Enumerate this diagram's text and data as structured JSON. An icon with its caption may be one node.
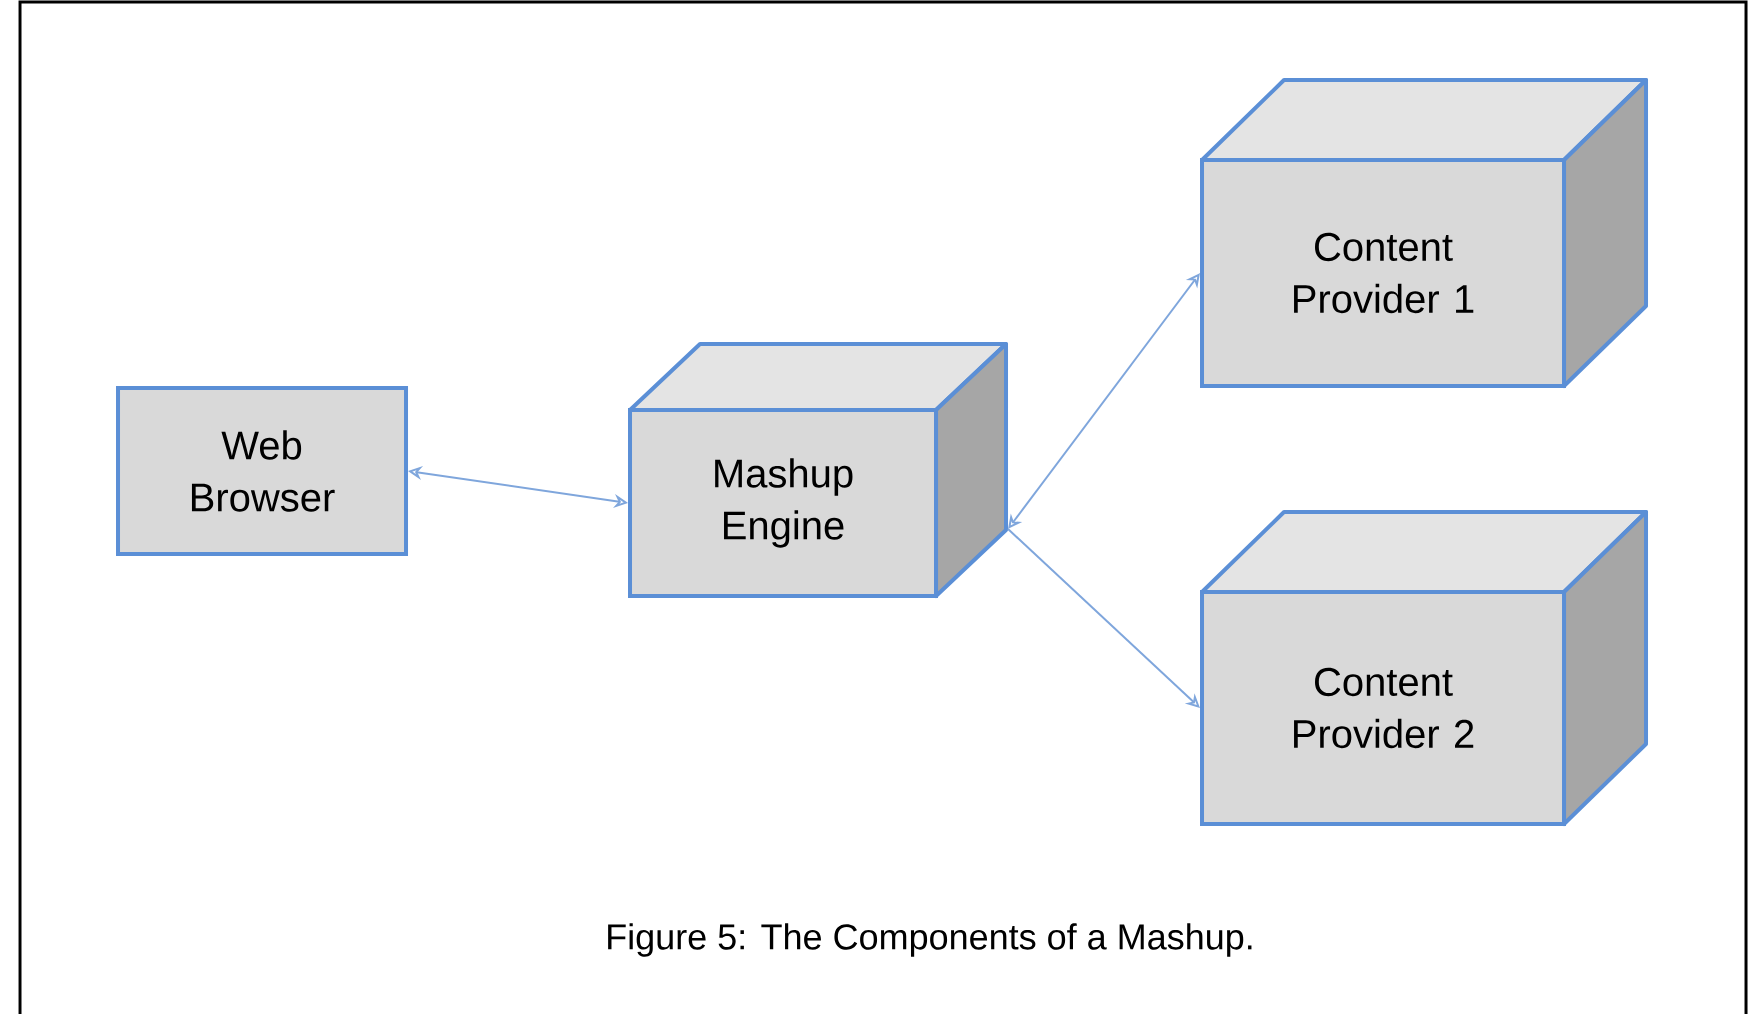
{
  "diagram": {
    "caption": "Figure 5:  The Components of a Mashup.",
    "nodes": [
      {
        "text": [
          "Web Browser"
        ]
      },
      {
        "text": [
          "Mashup Engine"
        ]
      },
      {
        "text": [
          "Content Provider 1"
        ]
      },
      {
        "text": [
          "Content Provider 2"
        ]
      }
    ],
    "edges": [
      {
        "from": 0,
        "to": 1,
        "arrow": "both"
      },
      {
        "from": 1,
        "to": 2,
        "arrow": "both"
      },
      {
        "from": 1,
        "to": 3,
        "arrow": "to"
      }
    ]
  }
}
